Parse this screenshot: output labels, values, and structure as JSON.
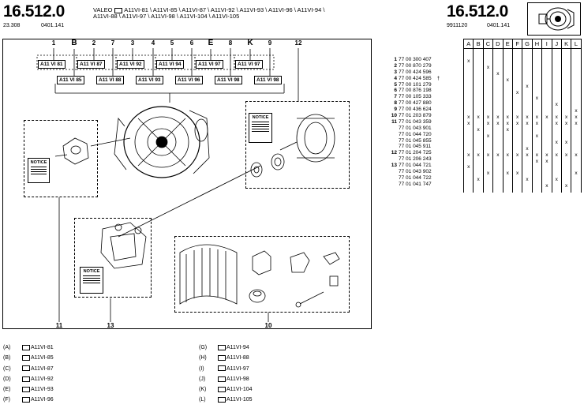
{
  "header": {
    "left_number": "16.512.0",
    "left_code_a": "23.308",
    "left_code_b": "0401.141",
    "brand": "VALEO",
    "models_line1": "A11VI-81 \\ A11VI-85 \\ A11VI-87 \\ A11VI-92 \\ A11VI-93 \\ A11VI-96 \\ A11VI-94 \\",
    "models_line2": "A11VI-88 \\ A11VI-97 \\ A11VI-98 \\ A11VI-104 \\ A11VI-105",
    "right_number": "16.512.0",
    "right_code_a": "9911120",
    "right_code_b": "0401.141"
  },
  "diagram": {
    "callouts_top": [
      "1",
      "B",
      "2",
      "7",
      "3",
      "4",
      "5",
      "6",
      "E",
      "8",
      "K",
      "9",
      "12"
    ],
    "ref_row1": [
      "A11 VI 81",
      "A11 VI 87",
      "A11 VI 92",
      "A11 VI 94",
      "A11 VI 97",
      "A11 VI 97"
    ],
    "ref_row2": [
      "A11 VI 85",
      "A11 VI 88",
      "A11 VI 93",
      "A11 VI 96",
      "A11 VI 98",
      "A11 VI 98"
    ],
    "callouts_bottom": [
      "11",
      "13",
      "10"
    ],
    "notice_label": "NOTICE"
  },
  "grid": {
    "columns": [
      "A",
      "B",
      "C",
      "D",
      "E",
      "F",
      "G",
      "H",
      "I",
      "J",
      "K",
      "L"
    ],
    "mark": "x"
  },
  "parts": [
    {
      "ref": "1",
      "number": "77 00 300 407",
      "marks": [
        0
      ]
    },
    {
      "ref": "2",
      "number": "77 00 870 279",
      "marks": [
        2
      ]
    },
    {
      "ref": "3",
      "number": "77 00 424 596",
      "marks": [
        3
      ]
    },
    {
      "ref": "4",
      "number": "77 00 424 585",
      "marks": [
        4
      ],
      "dagger": "†"
    },
    {
      "ref": "5",
      "number": "77 00 101 279",
      "marks": [
        6
      ]
    },
    {
      "ref": "6",
      "number": "77 00 876 198",
      "marks": [
        5
      ]
    },
    {
      "ref": "7",
      "number": "77 00 105 333",
      "marks": [
        7
      ]
    },
    {
      "ref": "8",
      "number": "77 00 427 880",
      "marks": [
        9
      ]
    },
    {
      "ref": "9",
      "number": "77 00 436 624",
      "marks": [
        11
      ]
    },
    {
      "ref": "10",
      "number": "77 01 203 879",
      "marks": [
        0,
        1,
        2,
        3,
        4,
        5,
        6,
        7,
        8,
        9,
        10,
        11
      ]
    },
    {
      "ref": "11",
      "number": "77 01 043 359",
      "marks": [
        0,
        2,
        3,
        4,
        5,
        6,
        7,
        9,
        10,
        11
      ]
    },
    {
      "ref": "",
      "number": "77 01 043 901",
      "marks": [
        1,
        4
      ]
    },
    {
      "ref": "",
      "number": "77 01 044 720",
      "marks": [
        2,
        7
      ]
    },
    {
      "ref": "",
      "number": "77 01 045 855",
      "marks": [
        9,
        10
      ]
    },
    {
      "ref": "",
      "number": "77 01 045 911",
      "marks": [
        6
      ]
    },
    {
      "ref": "12",
      "number": "77 01 204 725",
      "marks": [
        0,
        1,
        2,
        3,
        4,
        5,
        6,
        7,
        8,
        9,
        10,
        11
      ]
    },
    {
      "ref": "",
      "number": "77 01 206 243",
      "marks": [
        7,
        8
      ]
    },
    {
      "ref": "13",
      "number": "77 01 044 721",
      "marks": [
        0
      ]
    },
    {
      "ref": "",
      "number": "77 01 043 902",
      "marks": [
        2,
        4,
        5,
        11
      ]
    },
    {
      "ref": "",
      "number": "77 01 044 722",
      "marks": [
        1,
        6,
        9
      ]
    },
    {
      "ref": "",
      "number": "77 01 041 747",
      "marks": [
        8,
        10
      ]
    }
  ],
  "legend": [
    {
      "key": "(A)",
      "label": "A11VI-81"
    },
    {
      "key": "(B)",
      "label": "A11VI-85"
    },
    {
      "key": "(C)",
      "label": "A11VI-87"
    },
    {
      "key": "(D)",
      "label": "A11VI-92"
    },
    {
      "key": "(E)",
      "label": "A11VI-93"
    },
    {
      "key": "(F)",
      "label": "A11VI-96"
    },
    {
      "key": "(G)",
      "label": "A11VI-94"
    },
    {
      "key": "(H)",
      "label": "A11VI-88"
    },
    {
      "key": "(I)",
      "label": "A11VI-97"
    },
    {
      "key": "(J)",
      "label": "A11VI-98"
    },
    {
      "key": "(K)",
      "label": "A11VI-104"
    },
    {
      "key": "(L)",
      "label": "A11VI-105"
    }
  ]
}
